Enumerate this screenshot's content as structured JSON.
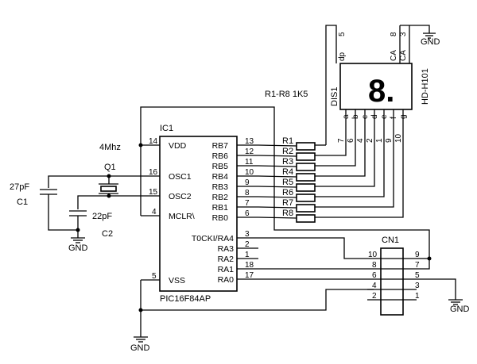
{
  "ic": {
    "ref": "IC1",
    "part": "PIC16F84AP",
    "left_pins": [
      {
        "label": "VDD",
        "num": "14"
      },
      {
        "label": "OSC1",
        "num": "16"
      },
      {
        "label": "OSC2",
        "num": "15"
      },
      {
        "label": "MCLR\\",
        "num": "4"
      },
      {
        "label": "VSS",
        "num": "5"
      }
    ],
    "right_pins": [
      {
        "label": "RB7",
        "num": "13"
      },
      {
        "label": "RB6",
        "num": "12"
      },
      {
        "label": "RB5",
        "num": "11"
      },
      {
        "label": "RB4",
        "num": "10"
      },
      {
        "label": "RB3",
        "num": "9"
      },
      {
        "label": "RB2",
        "num": "8"
      },
      {
        "label": "RB1",
        "num": "7"
      },
      {
        "label": "RB0",
        "num": "6"
      },
      {
        "label": "T0CKI/RA4",
        "num": "3"
      },
      {
        "label": "RA3",
        "num": "2"
      },
      {
        "label": "RA2",
        "num": "1"
      },
      {
        "label": "RA1",
        "num": "18"
      },
      {
        "label": "RA0",
        "num": "17"
      }
    ]
  },
  "resistors": {
    "note": "R1-R8 1K5",
    "labels": [
      "R1",
      "R2",
      "R3",
      "R4",
      "R5",
      "R6",
      "R7",
      "R8"
    ]
  },
  "display": {
    "ref": "DIS1",
    "part": "HD-H101",
    "digit": "8.",
    "segments": [
      "a",
      "b",
      "c",
      "d",
      "e",
      "f",
      "g"
    ],
    "segment_pins": [
      "7",
      "6",
      "4",
      "2",
      "1",
      "9",
      "10"
    ],
    "dp_label": "dp",
    "dp_pin": "5",
    "ca_label": "CA",
    "ca_pins": [
      "8",
      "3"
    ]
  },
  "crystal": {
    "freq": "4Mhz",
    "ref": "Q1"
  },
  "c1": {
    "ref": "C1",
    "value": "27pF"
  },
  "c2": {
    "ref": "C2",
    "value": "22pF"
  },
  "connector": {
    "ref": "CN1",
    "left_pins": [
      "10",
      "8",
      "6",
      "4",
      "2"
    ],
    "right_pins": [
      "9",
      "7",
      "5",
      "3",
      "1"
    ]
  },
  "gnd_label": "GND"
}
